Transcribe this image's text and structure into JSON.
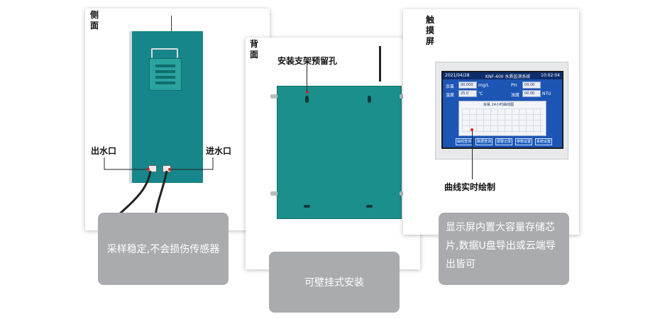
{
  "side_panel": {
    "title": "侧面",
    "outlet_label": "出水口",
    "inlet_label": "进水口",
    "caption": "采样稳定,不会损伤传感器"
  },
  "back_panel": {
    "title": "背面",
    "hole_label": "安装支架预留孔",
    "caption": "可壁挂式安装"
  },
  "touch_panel": {
    "title": "触摸屏",
    "curve_label": "曲线实时绘制",
    "caption": "显示屏内置大容量存储芯片,数据U盘导出或云端导出皆可",
    "screen": {
      "date": "2021/04/28",
      "system_title": "KNF-400 水质监测系统",
      "time": "10:02:04",
      "row1_label": "余氯",
      "row1_value": "00.000",
      "row1_unit": "mg/L",
      "row1_label2": "PH",
      "row1_value2": "00.00",
      "row2_label": "温度",
      "row2_value": "25.0",
      "row2_unit": "℃",
      "row2_label2": "浊度",
      "row2_value2": "00.00",
      "row2_unit2": "NTU",
      "chart_title": "余氯 24小时曲线图",
      "buttons": [
        "曲线查询",
        "数据查询",
        "报警记录",
        "参数设置",
        "系统设置"
      ]
    }
  },
  "colors": {
    "teal": "#1b8f8c",
    "caption_gray": "#a9abae"
  }
}
